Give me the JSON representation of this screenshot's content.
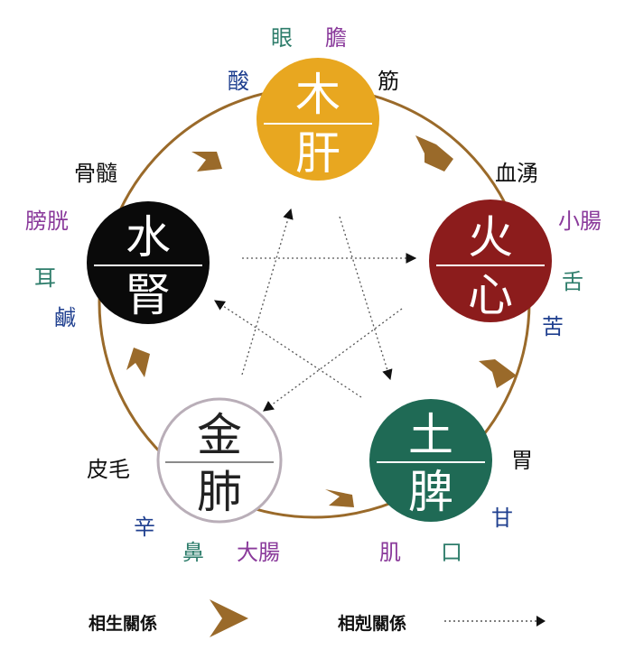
{
  "elements": {
    "wood": {
      "element": "木",
      "organ": "肝",
      "color": "#e8a720",
      "text_color": "#ffffff"
    },
    "fire": {
      "element": "火",
      "organ": "心",
      "color": "#8c1c1c",
      "text_color": "#ffffff"
    },
    "earth": {
      "element": "土",
      "organ": "脾",
      "color": "#1f6a55",
      "text_color": "#ffffff"
    },
    "metal": {
      "element": "金",
      "organ": "肺",
      "color": "#ffffff",
      "text_color": "#222222",
      "border": "#b9aeb8"
    },
    "water": {
      "element": "水",
      "organ": "腎",
      "color": "#0a0a0a",
      "text_color": "#ffffff"
    }
  },
  "attributes": {
    "wood": {
      "eye": "眼",
      "gallbladder": "膽",
      "sour": "酸",
      "tendon": "筋"
    },
    "fire": {
      "blood_vessel": "血湧",
      "small_intestine": "小腸",
      "tongue": "舌",
      "bitter": "苦"
    },
    "earth": {
      "stomach": "胃",
      "sweet": "甘",
      "muscle": "肌",
      "mouth": "口"
    },
    "metal": {
      "skin_hair": "皮毛",
      "pungent": "辛",
      "nose": "鼻",
      "large_intestine": "大腸"
    },
    "water": {
      "bone_marrow": "骨髓",
      "bladder": "膀胱",
      "ear": "耳",
      "salty": "鹹"
    }
  },
  "legend": {
    "generating_label": "相生關係",
    "controlling_label": "相剋關係"
  },
  "colors": {
    "cycle_arrow": "#9a6a2a",
    "control_line": "#555555",
    "attr_green": "#2e7d6b",
    "attr_purple": "#8a3a9b",
    "attr_navy": "#1f3f8f"
  }
}
